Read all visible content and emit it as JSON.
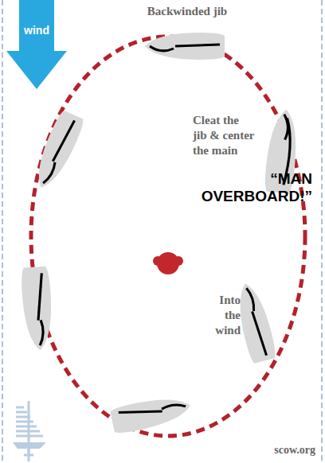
{
  "diagram": {
    "nodes": [
      {
        "text": [
          "wind"
        ]
      }
    ],
    "labels": [
      "Backwinded jib",
      "Cleat the jib & center the main",
      "“MAN OVERBOARD!”",
      "Into the wind",
      "scow.org"
    ]
  }
}
